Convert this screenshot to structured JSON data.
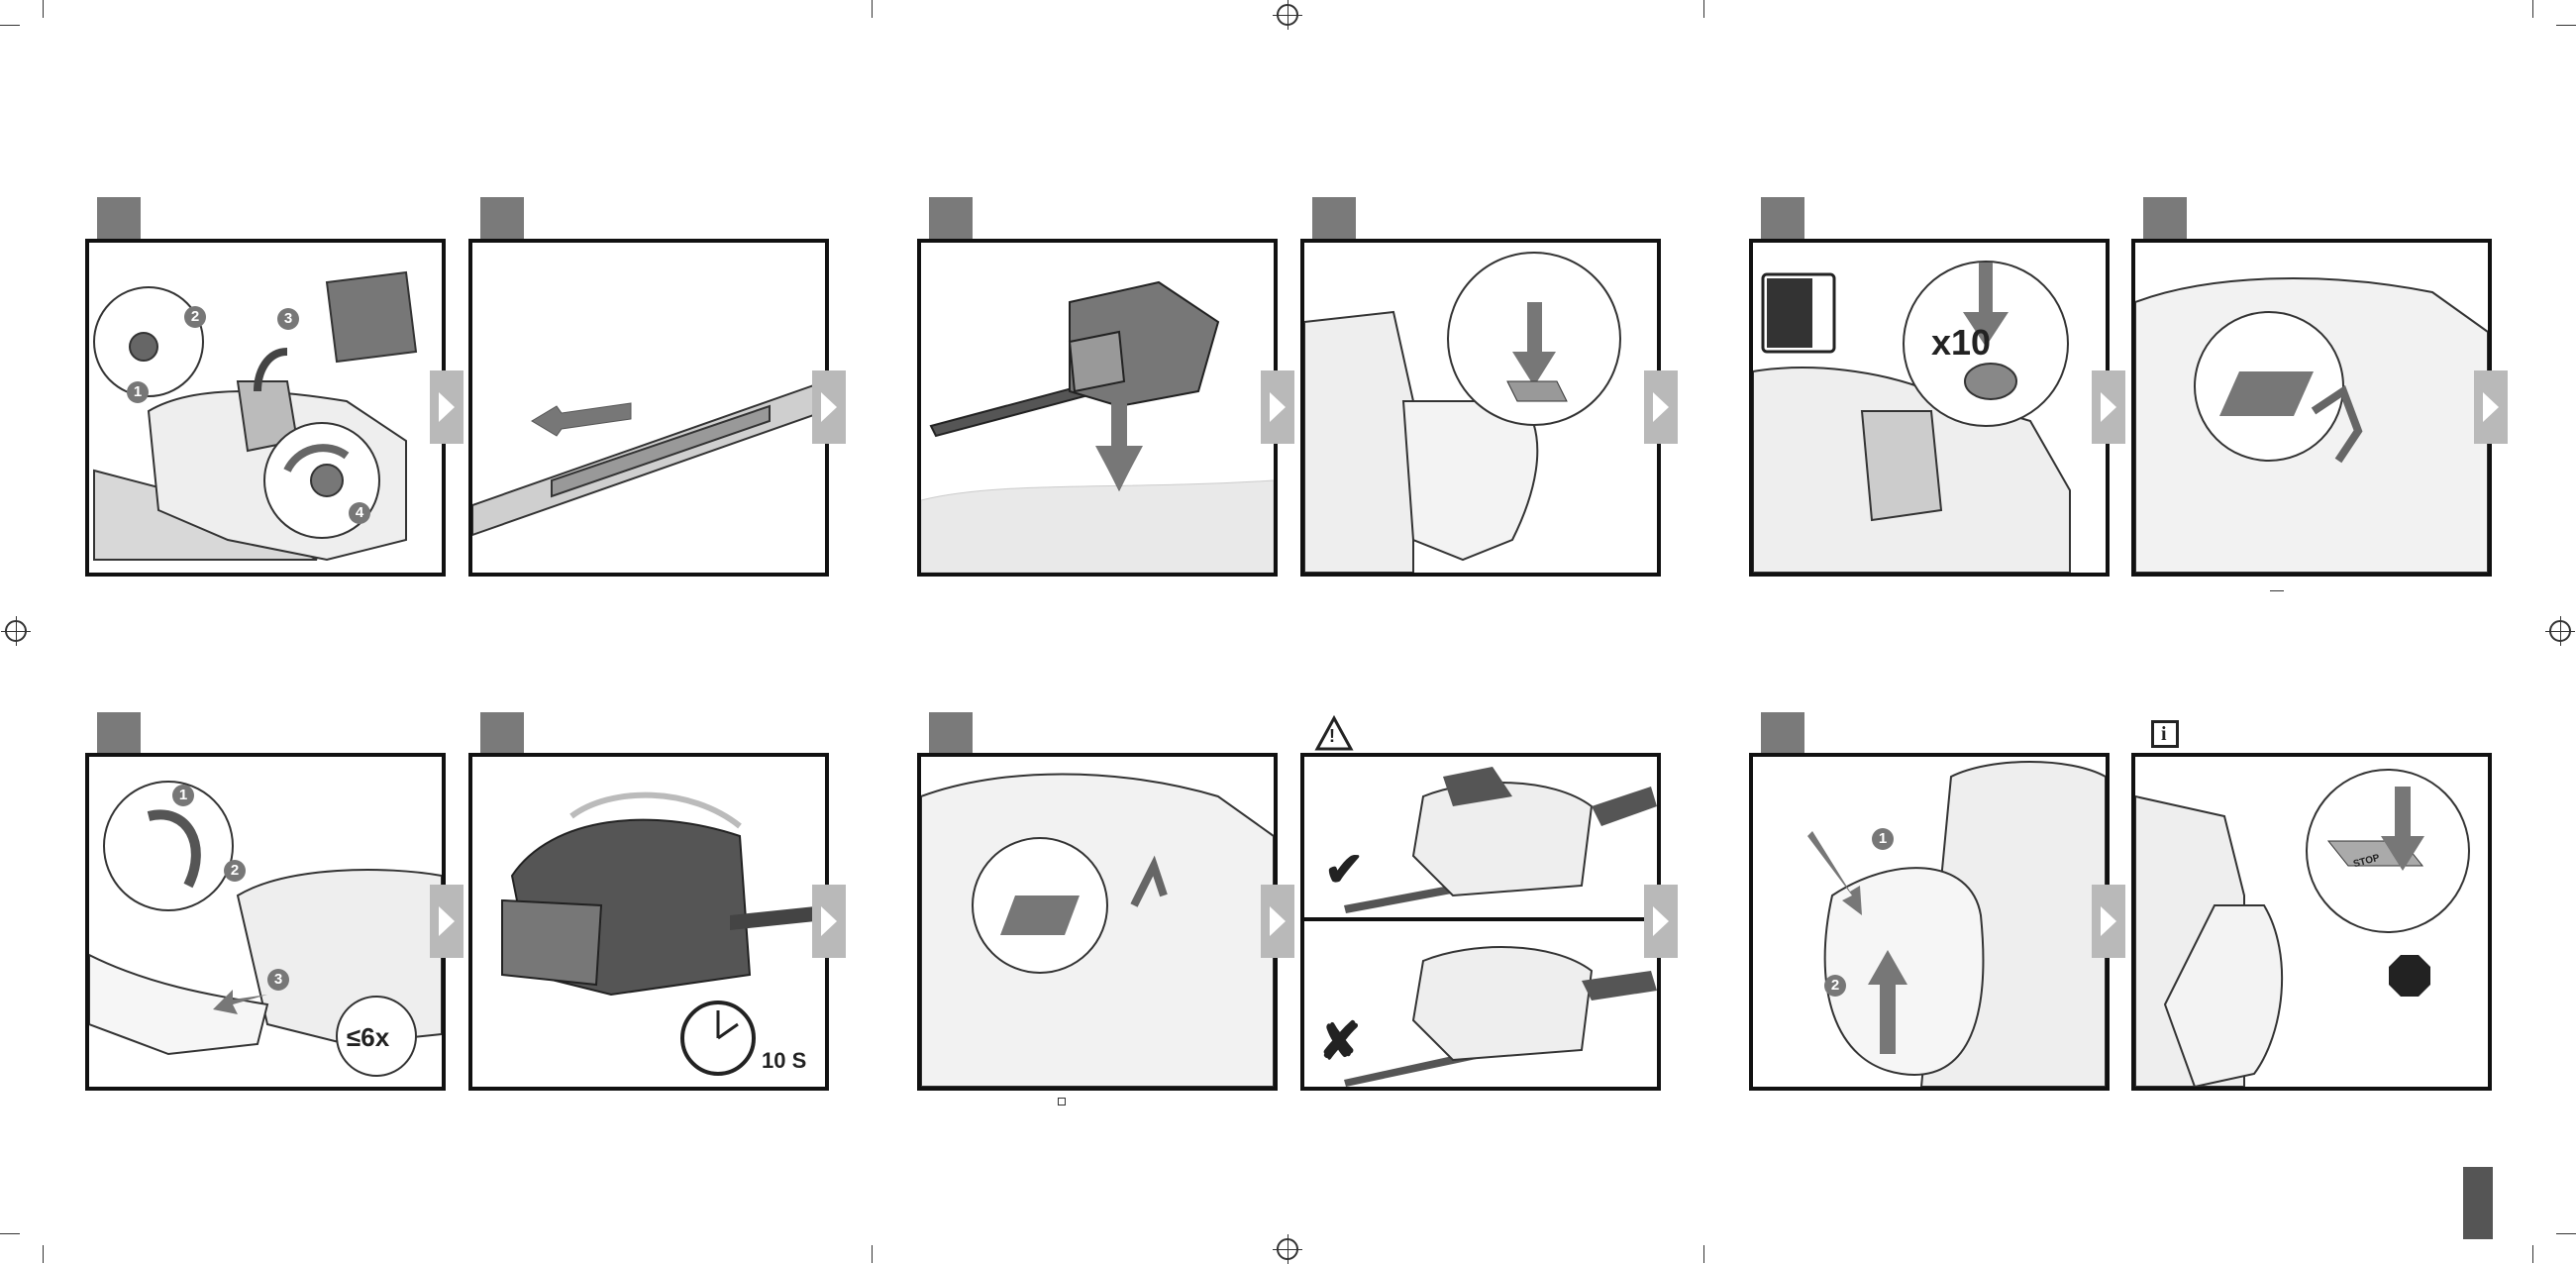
{
  "page": {
    "bg": "#ffffff",
    "tab_color": "#7a7a7a",
    "border_color": "#111111",
    "next_arrow_color": "#b9b9b9"
  },
  "panels": [
    {
      "id": "p1",
      "icon": "",
      "labels": [
        "1",
        "2",
        "3",
        "4"
      ]
    },
    {
      "id": "p2",
      "icon": "",
      "labels": []
    },
    {
      "id": "p3",
      "icon": "",
      "labels": []
    },
    {
      "id": "p4",
      "icon": "",
      "labels": []
    },
    {
      "id": "p5",
      "icon": "",
      "labels": [
        "x10"
      ]
    },
    {
      "id": "p6",
      "icon": "",
      "labels": []
    },
    {
      "id": "p7",
      "icon": "",
      "labels": [
        "1",
        "2",
        "3",
        "≤6x"
      ]
    },
    {
      "id": "p8",
      "icon": "",
      "labels": [
        "10 S"
      ]
    },
    {
      "id": "p9",
      "icon": "",
      "labels": []
    },
    {
      "id": "p10",
      "icon": "warning-icon",
      "labels": [
        "✔",
        "✘"
      ]
    },
    {
      "id": "p11",
      "icon": "",
      "labels": [
        "1",
        "2"
      ]
    },
    {
      "id": "p12",
      "icon": "info-icon",
      "labels": [
        "STOP"
      ]
    }
  ],
  "texts": {
    "x10": "x10",
    "le6x": "≤6x",
    "tens": "10 S",
    "stop": "STOP",
    "n1": "1",
    "n2": "2",
    "n3": "3",
    "n4": "4",
    "check": "✔",
    "cross": "✘",
    "warn": "!",
    "info": "i"
  }
}
